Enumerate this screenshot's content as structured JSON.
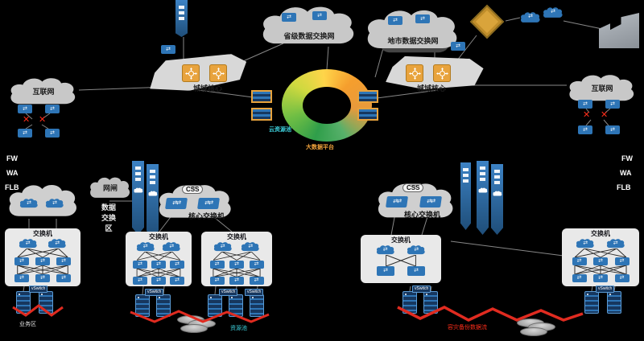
{
  "labels": {
    "provincial_cloud": "省级数据交换网",
    "city_cloud": "地市数据交换网",
    "metro_core": "城域核心",
    "internet": "互联网",
    "fw": "FW",
    "wa": "WA",
    "flb": "FLB",
    "gateway": "网闸",
    "exchange_zone": "数据交换区",
    "css": "CSS",
    "core_switch": "核心交换机",
    "switch": "交换机",
    "vswitch": "vSwitch",
    "ring_label_left": "云资源池",
    "ring_label_bottom": "大数据平台",
    "area_left": "业务区",
    "area_center": "资源池",
    "flow_right": "容灾备份数据流"
  },
  "icons": {
    "block_x": "✕",
    "switch_arrows": "⇄",
    "cloud": "☁",
    "database": "⛁",
    "router_arrows": "✣"
  },
  "colors": {
    "background": "#000000",
    "router_orange": "#E8A33D",
    "switch_blue": "#2E75B6",
    "rack_navy": "#17375E",
    "cloud_gray": "#C8C8C8",
    "alert_red": "#FF2D1A",
    "ring_green": "#2f9e4a",
    "ring_yellow": "#ffd54a",
    "ring_orange": "#f59e2d"
  }
}
